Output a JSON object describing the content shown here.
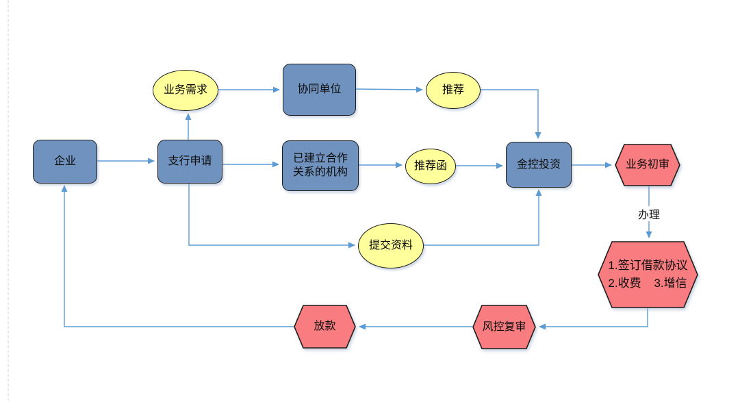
{
  "diagram": {
    "title": "loan-process-flowchart",
    "colors": {
      "process_fill": "#7092BE",
      "event_fill": "#FFFF9C",
      "review_fill": "#F97D80",
      "connector": "#5B9BD5",
      "shape_border": "#1c1c1c",
      "guide_line": "#d9d9d9",
      "background": "#ffffff"
    },
    "nodes": {
      "enterprise": {
        "label": "企业"
      },
      "branch_application": {
        "label": "支行申请"
      },
      "business_demand": {
        "label": "业务需求"
      },
      "collaborating_unit": {
        "label": "协同单位"
      },
      "established_partner": {
        "label": "已建立合作关系的机构"
      },
      "recommend": {
        "label": "推荐"
      },
      "recommendation_letter": {
        "label": "推荐函"
      },
      "jinkong_investment": {
        "label": "金控投资"
      },
      "business_initial_review": {
        "label": "业务初审"
      },
      "sign_agreement": {
        "line1": "1.签订借款协议",
        "line2": "2.收费    3.增信"
      },
      "risk_control_review": {
        "label": "风控复审"
      },
      "loan_disbursement": {
        "label": "放款"
      },
      "submit_materials": {
        "label": "提交资料"
      }
    },
    "edge_labels": {
      "handle": "办理"
    }
  }
}
